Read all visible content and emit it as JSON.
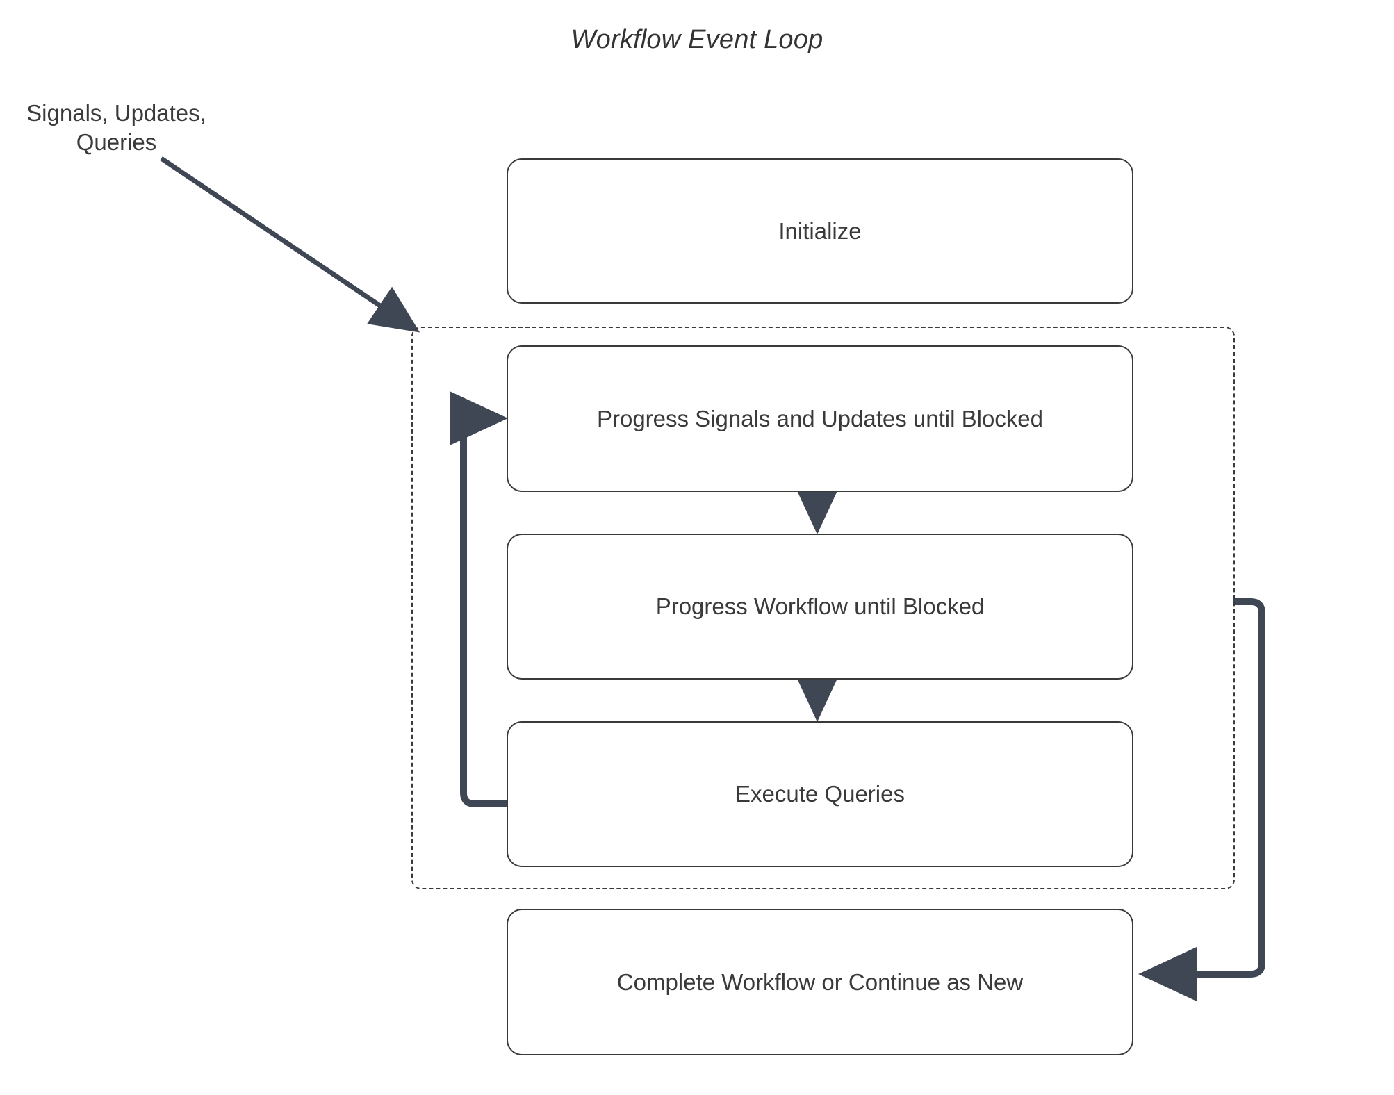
{
  "diagram": {
    "title": "Workflow Event Loop",
    "external_input_label": "Signals, Updates,\nQueries",
    "external_input_line1": "Signals, Updates,",
    "external_input_line2": "Queries",
    "colors": {
      "node_stroke": "#3a3a3a",
      "node_fill": "#ffffff",
      "edge": "#3f4654",
      "dashed_group_stroke": "#3a3a3a",
      "text": "#3a3a3a",
      "background": "#ffffff"
    },
    "group": {
      "name": "event-loop-group",
      "style": "dashed",
      "label": ""
    },
    "nodes": [
      {
        "id": "initialize",
        "label": "Initialize"
      },
      {
        "id": "progress-signals",
        "label": "Progress Signals and Updates until Blocked"
      },
      {
        "id": "progress-workflow",
        "label": "Progress Workflow until Blocked"
      },
      {
        "id": "execute-queries",
        "label": "Execute Queries"
      },
      {
        "id": "complete-workflow",
        "label": "Complete Workflow or Continue as New"
      }
    ],
    "edges": [
      {
        "from": "external-input",
        "to": "event-loop-group",
        "label": "",
        "style": "solid-diagonal-arrow"
      },
      {
        "from": "progress-signals",
        "to": "progress-workflow",
        "label": "",
        "style": "solid-down-arrow"
      },
      {
        "from": "progress-workflow",
        "to": "execute-queries",
        "label": "",
        "style": "solid-down-arrow"
      },
      {
        "from": "execute-queries",
        "to": "progress-signals",
        "label": "",
        "style": "loop-back-left"
      },
      {
        "from": "event-loop-group",
        "to": "complete-workflow",
        "label": "",
        "style": "loop-exit-right"
      }
    ]
  }
}
